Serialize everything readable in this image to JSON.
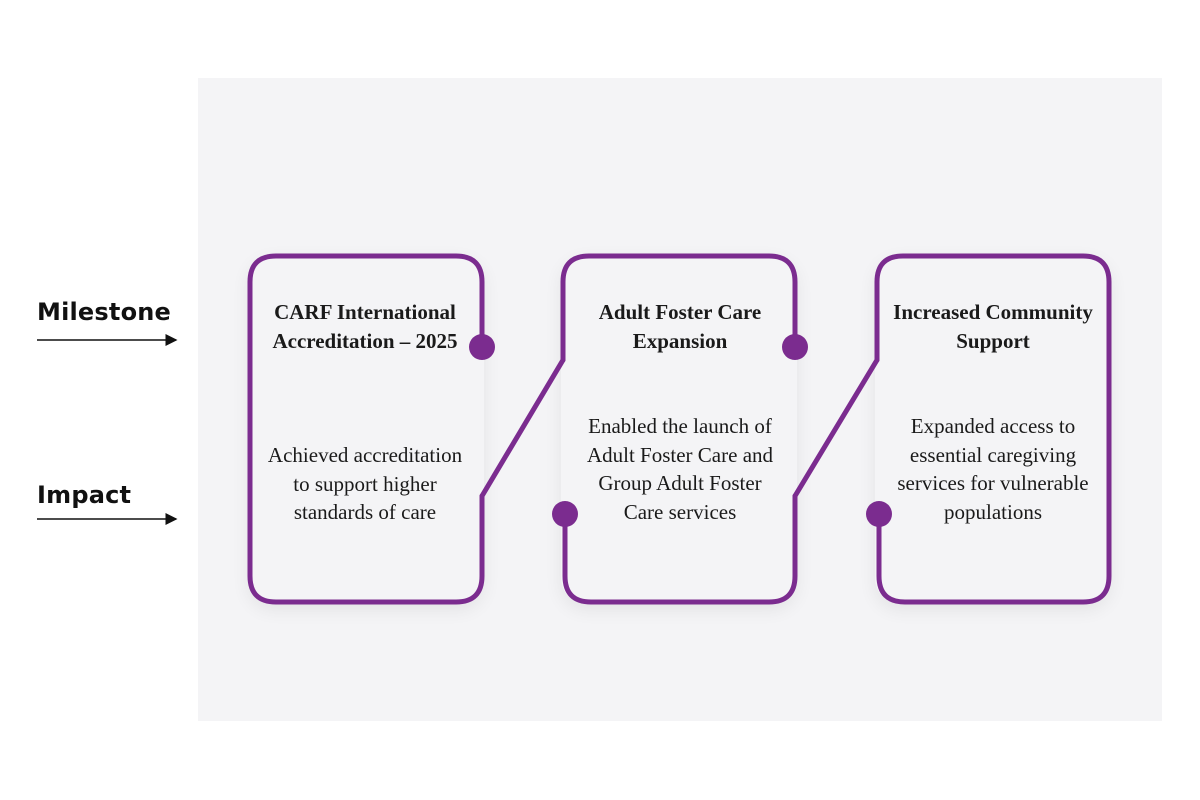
{
  "labels": {
    "milestone": "Milestone",
    "impact": "Impact"
  },
  "colors": {
    "accent": "#7b2c8f",
    "panel": "#f4f4f6"
  },
  "steps": [
    {
      "title": "CARF International Accreditation – 2025",
      "impact": "Achieved accreditation to support higher standards of care"
    },
    {
      "title": "Adult Foster Care Expansion",
      "impact": "Enabled the launch of Adult Foster Care and Group Adult Foster Care services"
    },
    {
      "title": "Increased Community Support",
      "impact": "Expanded access to essential caregiving services for vulnerable populations"
    }
  ]
}
